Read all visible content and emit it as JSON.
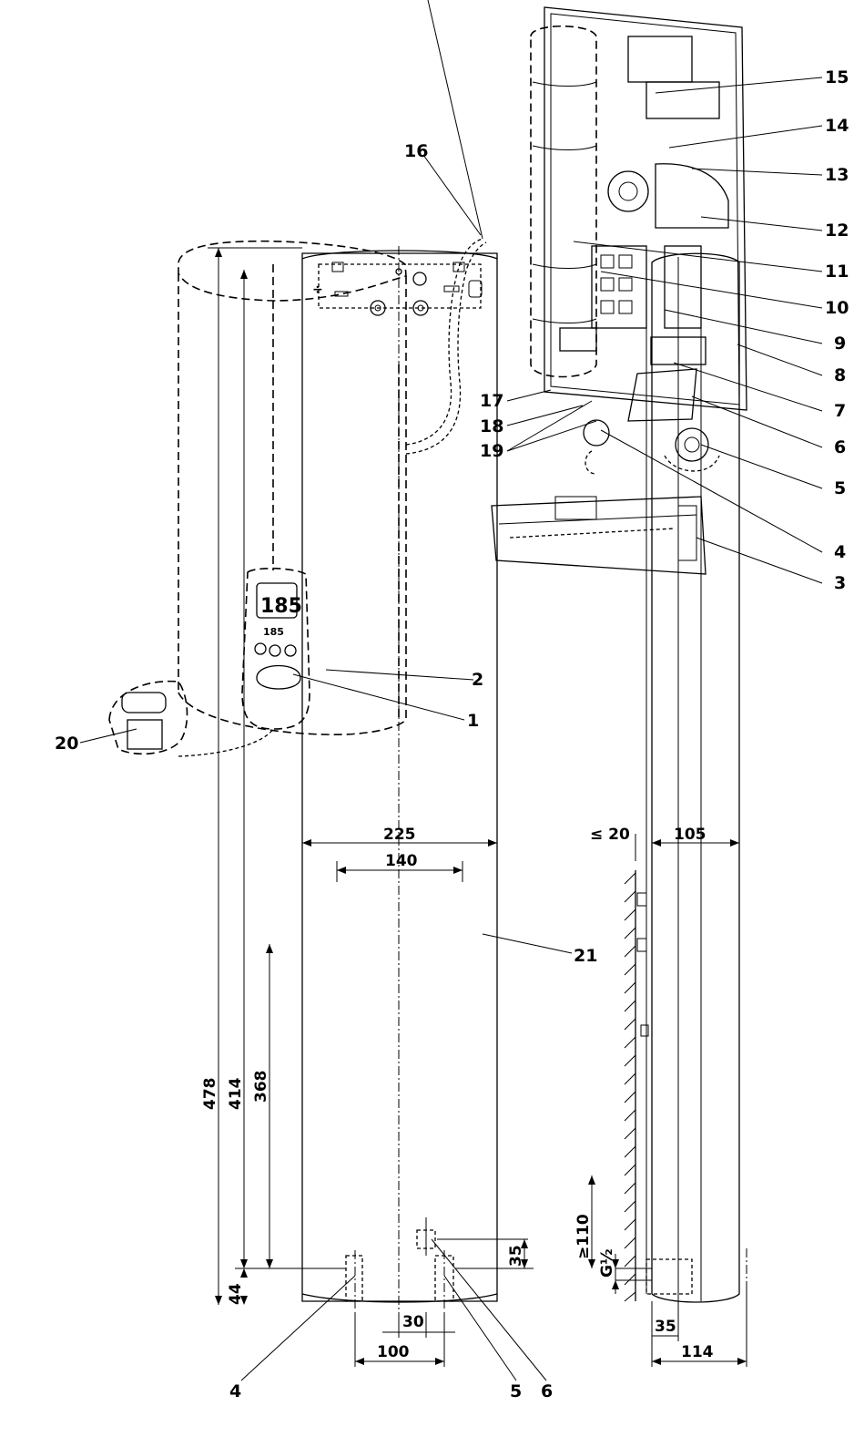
{
  "callouts": {
    "c1": "1",
    "c2": "2",
    "c3": "3",
    "c4": "4",
    "c5": "5",
    "c6": "6",
    "c7": "7",
    "c8": "8",
    "c9": "9",
    "c10": "10",
    "c11": "11",
    "c12": "12",
    "c13": "13",
    "c14": "14",
    "c15": "15",
    "c16": "16",
    "c17": "17",
    "c18": "18",
    "c19": "19",
    "c20": "20",
    "c21": "21",
    "b4": "4",
    "b5": "5",
    "b6": "6"
  },
  "dimensions": {
    "width_total": "225",
    "width_holes": "140",
    "height_total": "478",
    "height_upper": "414",
    "height_holes": "368",
    "height_bottom": "44",
    "pipe_offset": "35",
    "spacing_30": "30",
    "spacing_100": "100",
    "wall_gap": "≤ 20",
    "depth": "105",
    "min_110": "≥110",
    "thread": "G½",
    "side_35": "35",
    "side_114": "114"
  },
  "display": {
    "big_readout": "185",
    "small_readout": "185"
  },
  "colors": {
    "ink": "#000000",
    "paper": "#ffffff"
  }
}
